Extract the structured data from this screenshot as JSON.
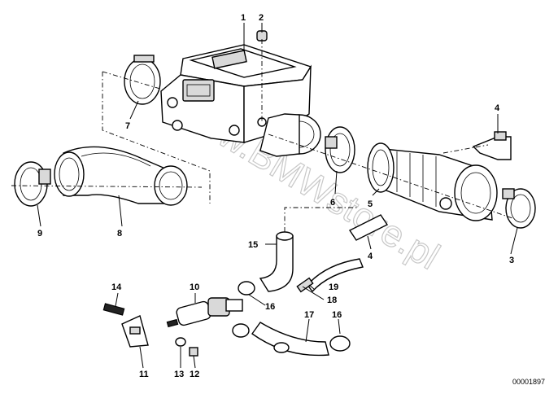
{
  "diagram": {
    "callouts": [
      {
        "id": "c1",
        "text": "1"
      },
      {
        "id": "c2",
        "text": "2"
      },
      {
        "id": "c3",
        "text": "3"
      },
      {
        "id": "c4a",
        "text": "4"
      },
      {
        "id": "c4b",
        "text": "4"
      },
      {
        "id": "c5",
        "text": "5"
      },
      {
        "id": "c6",
        "text": "6"
      },
      {
        "id": "c7",
        "text": "7"
      },
      {
        "id": "c8",
        "text": "8"
      },
      {
        "id": "c9",
        "text": "9"
      },
      {
        "id": "c10",
        "text": "10"
      },
      {
        "id": "c11",
        "text": "11"
      },
      {
        "id": "c12",
        "text": "12"
      },
      {
        "id": "c13",
        "text": "13"
      },
      {
        "id": "c14",
        "text": "14"
      },
      {
        "id": "c15",
        "text": "15"
      },
      {
        "id": "c16a",
        "text": "16"
      },
      {
        "id": "c16b",
        "text": "16"
      },
      {
        "id": "c17",
        "text": "17"
      },
      {
        "id": "c18",
        "text": "18"
      },
      {
        "id": "c19",
        "text": "19"
      }
    ],
    "watermark": "www.BMWstore.pl",
    "drawing_number": "00001897"
  }
}
